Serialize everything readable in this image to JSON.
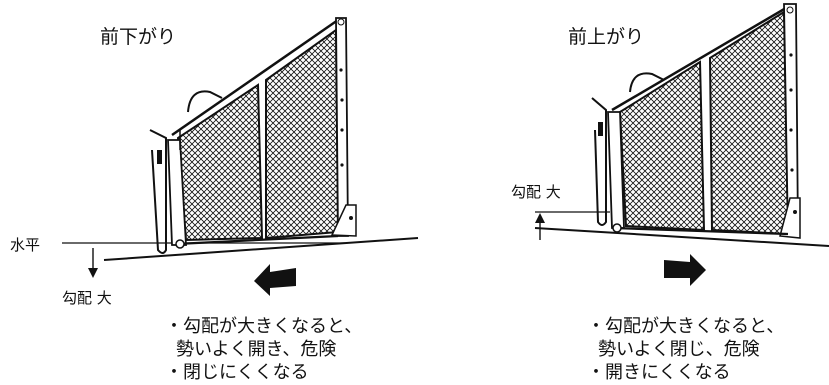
{
  "left_panel": {
    "title": "前下がり",
    "horizontal_label": "水平",
    "slope_label": "勾配 大",
    "notes": [
      "・勾配が大きくなると、",
      "勢いよく開き、危険",
      "・閉じにくくなる"
    ]
  },
  "right_panel": {
    "title": "前上がり",
    "slope_label": "勾配 大",
    "notes": [
      "・勾配が大きくなると、",
      "勢いよく閉じ、危険",
      "・開きにくくなる"
    ]
  },
  "colors": {
    "line": "#111111",
    "arrow": "#111111",
    "background": "#ffffff"
  },
  "icons": {
    "left_direction": "arrow-left-icon",
    "right_direction": "arrow-right-icon"
  }
}
